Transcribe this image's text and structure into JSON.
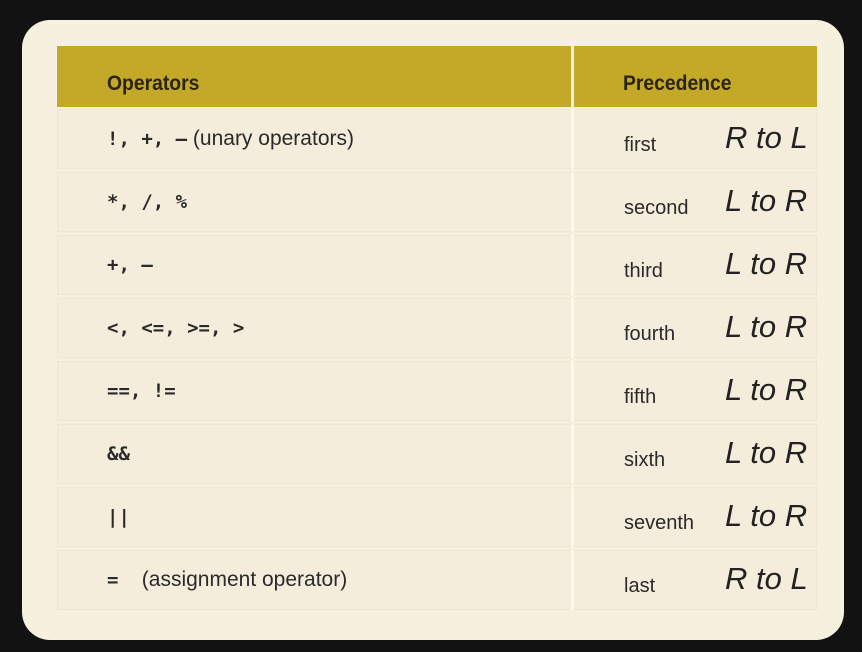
{
  "table": {
    "headers": {
      "operators": "Operators",
      "precedence": "Precedence"
    },
    "rows": [
      {
        "op_mono": "!, +, –",
        "op_text": " (unary operators)",
        "precedence": "first",
        "associativity": "R to L"
      },
      {
        "op_mono": "*, /, %",
        "op_text": "",
        "precedence": "second",
        "associativity": "L to R"
      },
      {
        "op_mono": "+, –",
        "op_text": "",
        "precedence": "third",
        "associativity": "L to R"
      },
      {
        "op_mono": "<, <=, >=, >",
        "op_text": "",
        "precedence": "fourth",
        "associativity": "L to R"
      },
      {
        "op_mono": "==, !=",
        "op_text": "",
        "precedence": "fifth",
        "associativity": "L to R"
      },
      {
        "op_mono": "&&",
        "op_text": "",
        "precedence": "sixth",
        "associativity": "L to R"
      },
      {
        "op_mono": "||",
        "op_text": "",
        "precedence": "seventh",
        "associativity": "L to R"
      },
      {
        "op_mono": "=",
        "op_text": "    (assignment operator)",
        "precedence": "last",
        "associativity": "R to L"
      }
    ]
  },
  "colors": {
    "header": "#c4a928",
    "card": "#f6f0df",
    "background": "#121212"
  }
}
